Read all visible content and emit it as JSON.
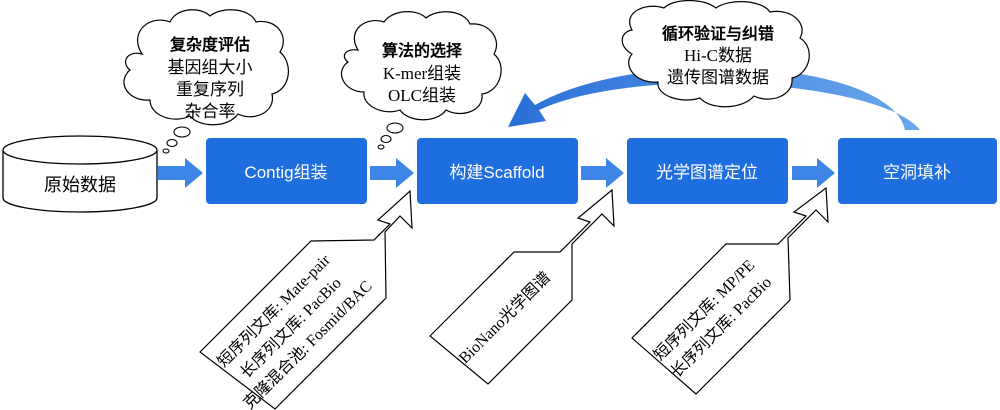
{
  "colors": {
    "node_fill": "#1f6ee0",
    "arrow_fill": "#3d86e8",
    "outline": "#000000",
    "background": "#ffffff",
    "db_fill": "#ffffff"
  },
  "database": {
    "label": "原始数据"
  },
  "nodes": [
    {
      "label": "Contig组装"
    },
    {
      "label": "构建Scaffold"
    },
    {
      "label": "光学图谱定位"
    },
    {
      "label": "空洞填补"
    }
  ],
  "clouds": [
    {
      "title": "复杂度评估",
      "lines": [
        "基因组大小",
        "重复序列",
        "杂合率"
      ]
    },
    {
      "title": "算法的选择",
      "lines": [
        "K-mer组装",
        "OLC组装"
      ]
    },
    {
      "title": "循环验证与纠错",
      "lines": [
        "Hi-C数据",
        "遗传图谱数据"
      ]
    }
  ],
  "notes": [
    {
      "lines": [
        "短序列文库: Mate-pair",
        "长序列文库: PacBio",
        "克隆混合池: Fosmid/BAC"
      ]
    },
    {
      "lines": [
        "BioNano光学图谱"
      ]
    },
    {
      "lines": [
        "短序列文库: MP/PE",
        "长序列文库: PacBio"
      ]
    }
  ]
}
